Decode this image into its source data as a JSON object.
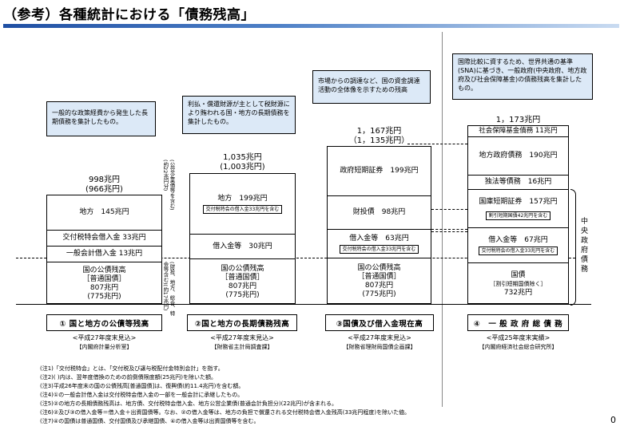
{
  "title": "（参考）各種統計における「債務残高」",
  "notes": {
    "n1": "一般的な政策経費から発生した長期債務を集計したもの。",
    "n2": "利払・償還財源が主として税財源により賄われる国・地方の長期債務を集計したもの。",
    "n3": "市場からの調達など、国の資金調達活動の全体像を示すための残高",
    "n4": "国際比較に資するため、世界共通の基準(SNA)に基づき、一般政府(中央政府、地方政府及び社会保障基金)の債務残高を集計したもの。"
  },
  "col1": {
    "total": "998兆円",
    "total_sub": "(966兆円)",
    "rows": {
      "local": "地方　145兆円",
      "kofu": "交付税特会借入金 33兆円",
      "ippan": "一般会計借入金 13兆円",
      "kokusai1": "国の公債残高",
      "kokusai2": "［普通国債］",
      "kokusai3": "807兆円",
      "kokusai4": "(775兆円)"
    },
    "caption": "① 国と地方の公債等残高",
    "period": "<平成27年度末見込>",
    "source": "【内閣府計量分析室】"
  },
  "col2": {
    "total": "1,035兆円",
    "total_sub": "(1,003兆円)",
    "rows": {
      "local": "地方　199兆円",
      "local_sub": "交付税特会の借入金33兆円を含む",
      "kariire": "借入金等　30兆円",
      "kokusai1": "国の公債残高",
      "kokusai2": "［普通国債］",
      "kokusai3": "807兆円",
      "kokusai4": "(775兆円)"
    },
    "caption": "②国と地方の長期債務残高",
    "period": "<平成27年度末見込>",
    "source": "【財務省主計局調査課】"
  },
  "col3": {
    "total": "1，167兆円",
    "total_sub": "（1，135兆円）",
    "rows": {
      "seifu": "政府短期証券　199兆円",
      "zaitou": "財投債　98兆円",
      "kariire": "借入金等　63兆円",
      "kariire_sub": "交付税特会の借入金33兆円を含む",
      "kokusai1": "国の公債残高",
      "kokusai2": "［普通国債］",
      "kokusai3": "807兆円",
      "kokusai4": "(775兆円)"
    },
    "caption": "③国債及び借入金現在高",
    "period": "<平成27年度末見込>",
    "source": "【財務省理財局国債企画課】"
  },
  "col4": {
    "total": "1，173兆円",
    "rows": {
      "shakai": "社会保障基金債務 11兆円",
      "chihou": "地方政府債務　190兆円",
      "dokuho": "独法等債務　16兆円",
      "kokko": "国庫短期証券　157兆円",
      "kokko_sub": "割引短期国債42兆円を含む",
      "kariire": "借入金等　67兆円",
      "kariire_sub": "交付税特会の借入金33兆円を含む",
      "kokusai1": "国債",
      "kokusai2": "［割引短期国債除く］",
      "kokusai3": "732兆円"
    },
    "side_label": "中央政府債務",
    "caption": "④　一 般 政 府 総 債 務",
    "period": "<平成25年度末実績>",
    "source": "【内閣府経済社会総合研究所】"
  },
  "vnotes": {
    "v1": "(公営企業債等を含む)(約22兆円分)",
    "v2": "(財投、地方、総合、特会等含む)(約17兆円)"
  },
  "footnotes": [
    "(注1)「交付税特会」とは、「交付税及び譲与税配付金特別会計」を指す。",
    "(注2)( )内は、翌年度借換のための前倒債限度額(25兆円)を除いた額。",
    "(注3)平成26年度末の国の公債残高[普通国債]は、復興債(約11.4兆円)を含む額。",
    "(注4)①の一般会計借入金は交付税特会借入金の一部を一般会計に承継したもの。",
    "(注5)②の地方の長期債務残高は、地方債、交付税特会借入金、地方公営企業債(普通会計負担分)(22兆円)が含まれる。",
    "(注6)②及び③の借入金等＝借入金＋出資国債等。なお、②の借入金等は、地方の負担で償還される交付税特会借入金残高(33兆円程度)を除いた値。",
    "(注7)④の国債は普通国債、交付国債及び承継国債、④の借入金等は出資国債等を含む。"
  ],
  "page_number": "0"
}
